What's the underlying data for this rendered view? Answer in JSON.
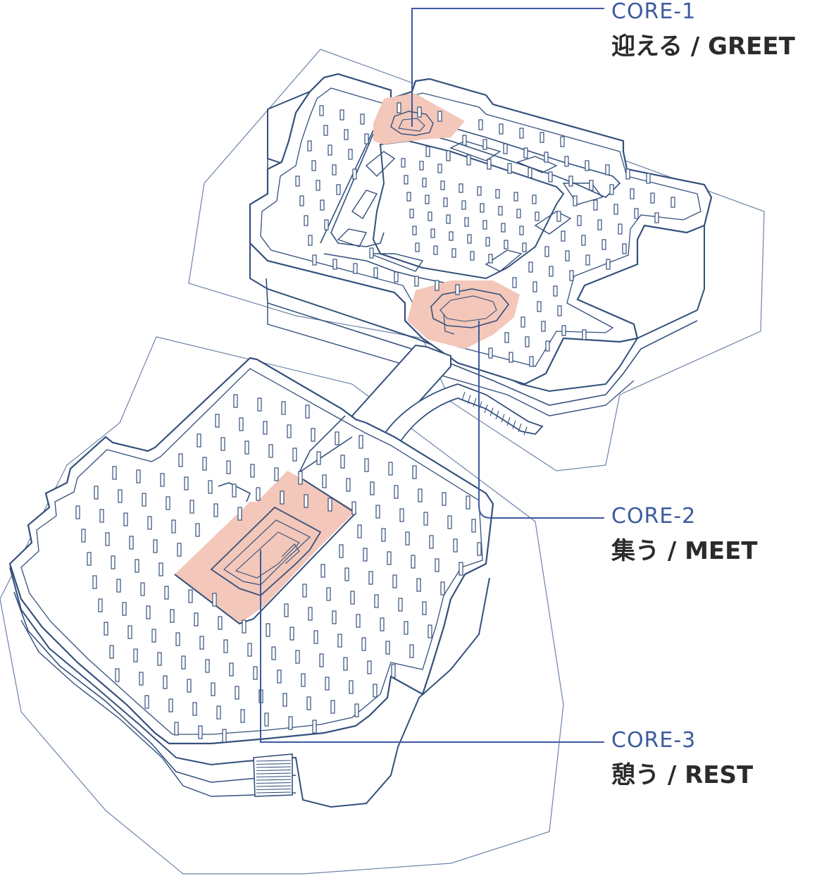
{
  "colors": {
    "sketch": "#34507c",
    "sketch_light": "#6d84a8",
    "leader": "#3d5aa0",
    "highlight": "#f3c7b9",
    "label_code": "#3d5aa0",
    "label_name": "#2b2b2b"
  },
  "cores": [
    {
      "code": "CORE-1",
      "name": "迎える / GREET"
    },
    {
      "code": "CORE-2",
      "name": "集う / MEET"
    },
    {
      "code": "CORE-3",
      "name": "憩う / REST"
    }
  ]
}
